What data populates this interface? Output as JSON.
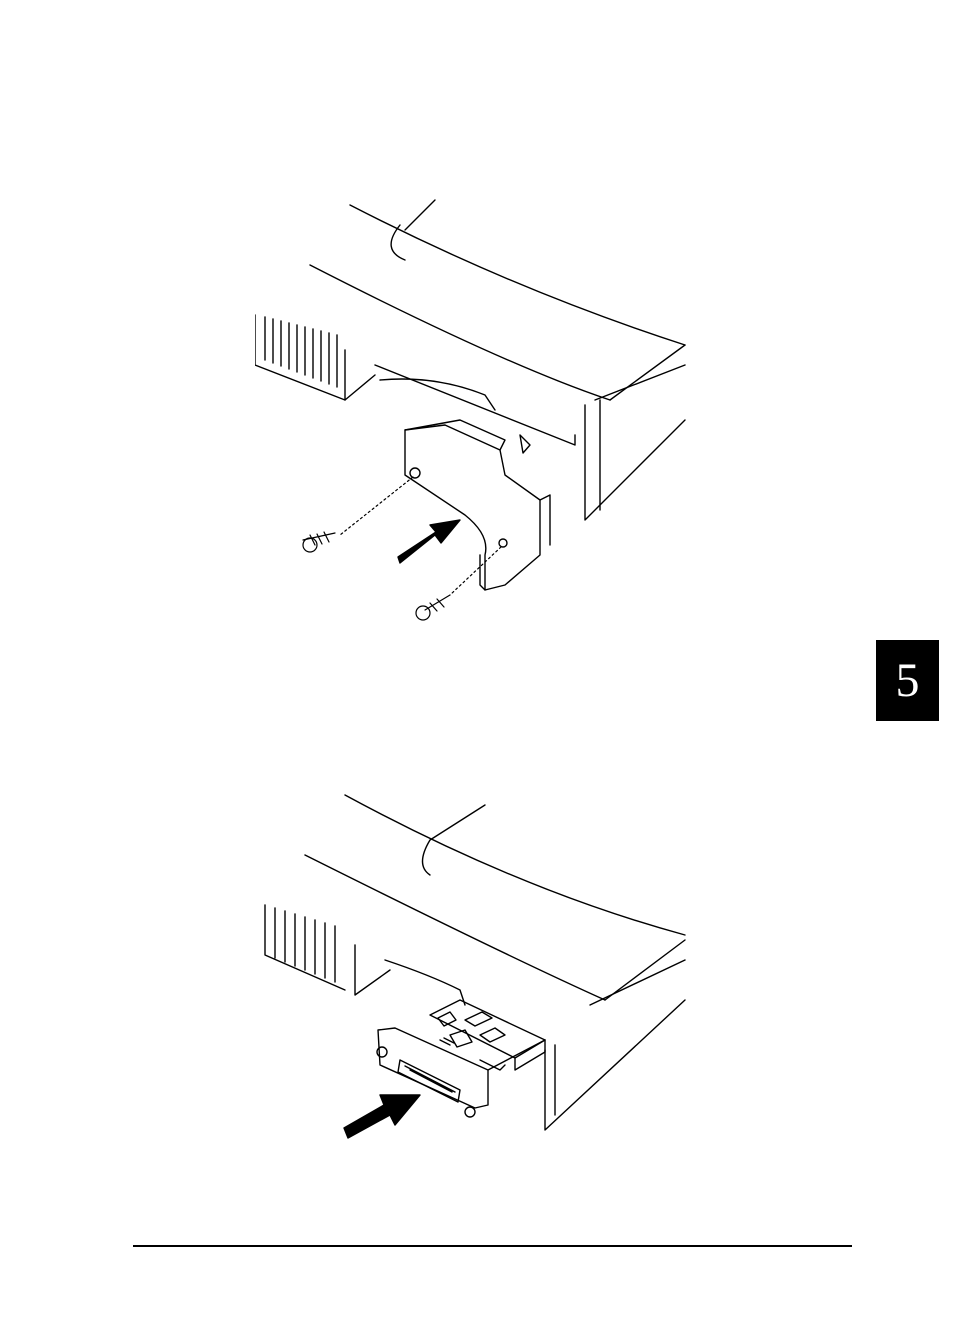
{
  "chapter_tab": {
    "number": "5",
    "background": "#000000",
    "text_color": "#ffffff"
  },
  "figures": [
    {
      "id": "remove-cover-plate",
      "icons": [
        "printer-body-icon",
        "cover-plate-icon",
        "screw-icon",
        "pull-arrow-icon"
      ]
    },
    {
      "id": "insert-interface-card",
      "icons": [
        "printer-body-icon",
        "interface-card-icon",
        "connector-icon",
        "push-arrow-icon"
      ]
    }
  ]
}
